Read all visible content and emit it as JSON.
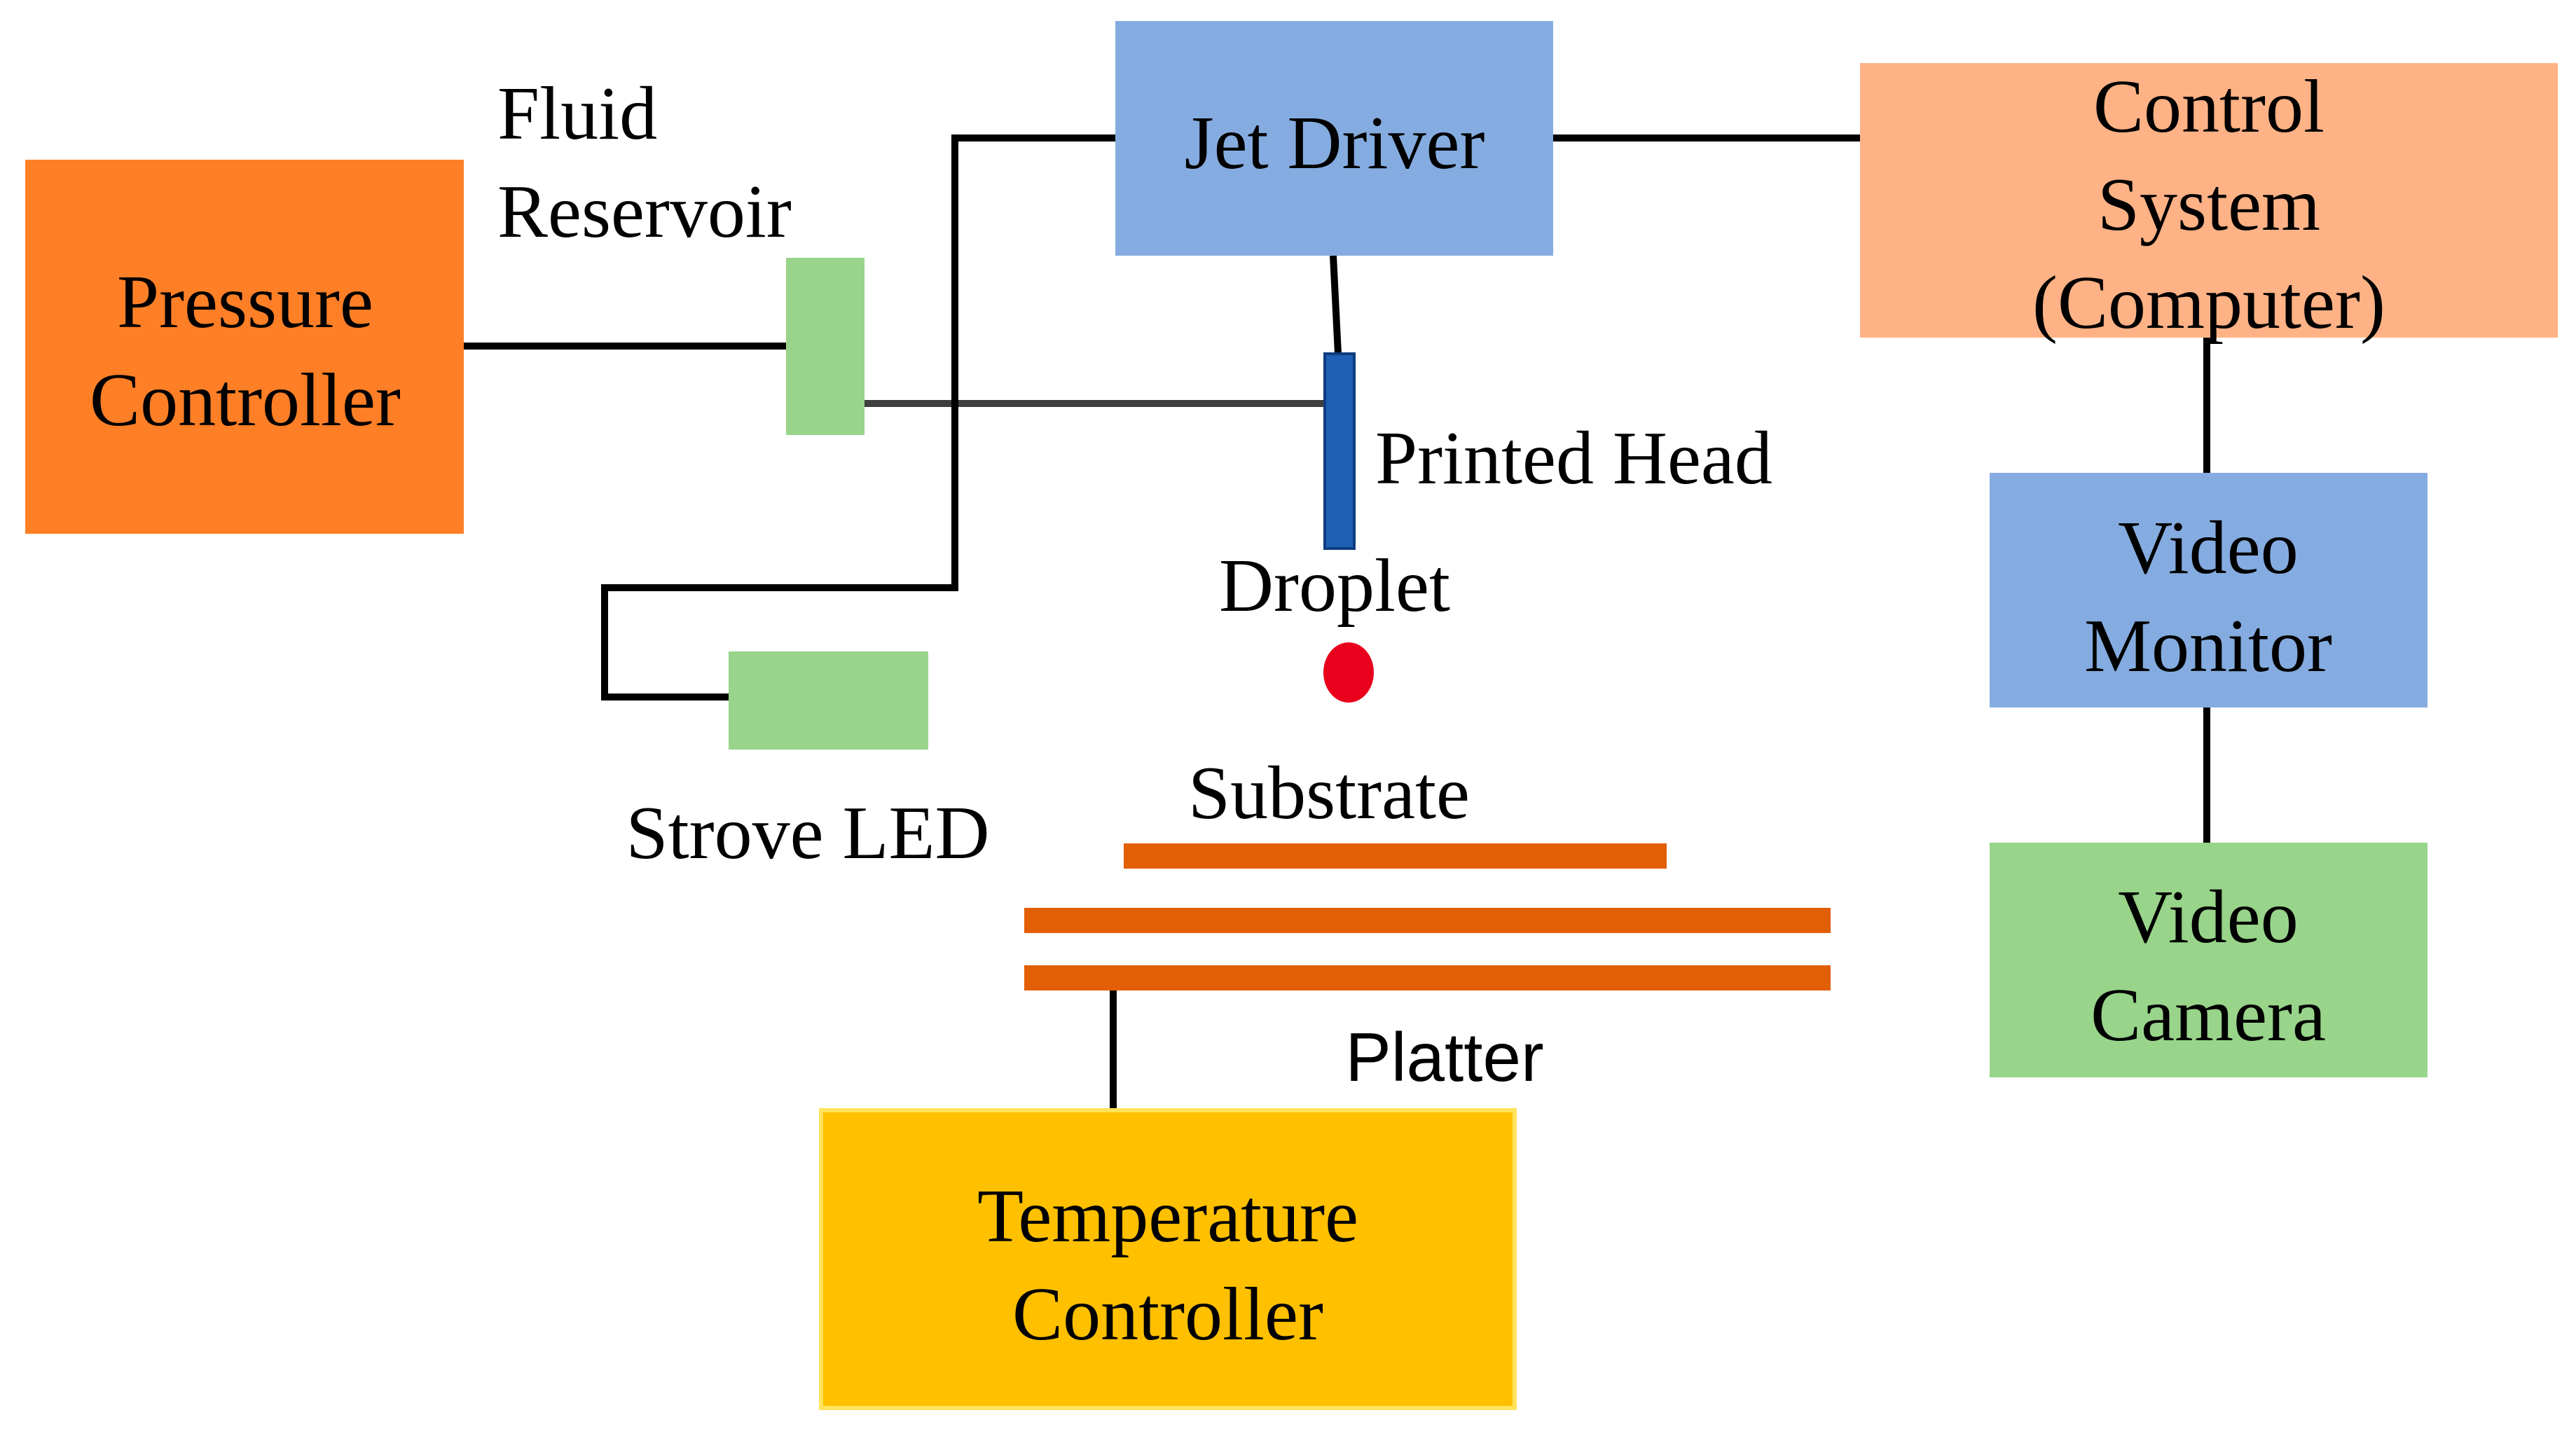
{
  "colors": {
    "pressure_controller": "#FF7F27",
    "control_system": "#FFB285",
    "jet_driver": "#85ACE0",
    "video_monitor": "#85ACE0",
    "video_camera": "#98D48A",
    "fluid_reservoir": "#98D48A",
    "strove_led": "#98D48A",
    "printed_head": "#1F5FB4",
    "droplet": "#E8001C",
    "substrate_platter": "#E25F06",
    "temperature_controller": "#FFC000",
    "temperature_controller_border": "#FFE35A"
  },
  "blocks": {
    "pressure_controller": [
      "Pressure",
      "Controller"
    ],
    "jet_driver": [
      "Jet Driver"
    ],
    "control_system": [
      "Control",
      "System",
      "(Computer)"
    ],
    "video_monitor": [
      "Video",
      "Monitor"
    ],
    "video_camera": [
      "Video",
      "Camera"
    ],
    "temperature_controller": [
      "Temperature",
      "Controller"
    ]
  },
  "labels": {
    "fluid_reservoir": [
      "Fluid",
      "Reservoir"
    ],
    "printed_head": "Printed Head",
    "droplet": "Droplet",
    "strove_led": "Strove LED",
    "substrate": "Substrate",
    "platter": "Platter"
  }
}
